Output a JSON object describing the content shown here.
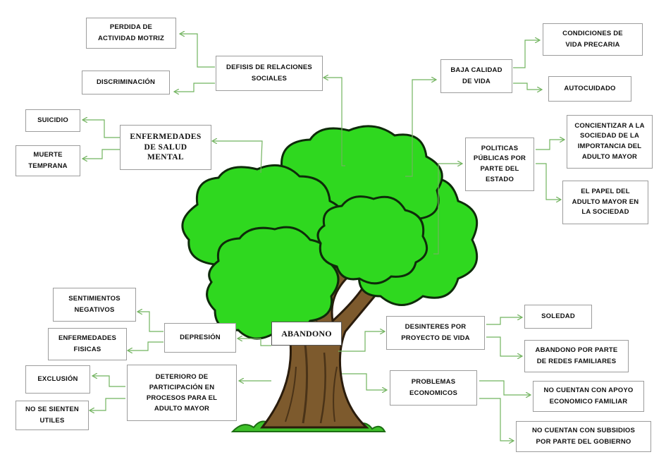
{
  "diagram": {
    "colors": {
      "foliage": "#2fd81f",
      "foliage_dark": "#1fb814",
      "trunk": "#7d5a2d",
      "trunk_dark": "#4a3318",
      "grass": "#3ec12a",
      "connector": "#72b35f"
    },
    "center": "ABANDONO",
    "nodes": {
      "perdida": "PERDIDA DE\nACTIVIDAD MOTRIZ",
      "discriminacion": "DISCRIMINACIÓN",
      "defisis": "DEFISIS DE RELACIONES\nSOCIALES",
      "suicidio": "SUICIDIO",
      "muerte": "MUERTE\nTEMPRANA",
      "enfermedades_mental": "ENFERMEDADES\nDE SALUD\nMENTAL",
      "baja_calidad": "BAJA CALIDAD\nDE VIDA",
      "condiciones": "CONDICIONES DE\nVIDA PRECARIA",
      "autocuidado": "AUTOCUIDADO",
      "politicas": "POLITICAS\nPÚBLICAS POR\nPARTE DEL\nESTADO",
      "concientizar": "CONCIENTIZAR A LA\nSOCIEDAD DE LA\nIMPORTANCIA DEL\nADULTO MAYOR",
      "papel": "EL PAPEL DEL\nADULTO MAYOR EN\nLA SOCIEDAD",
      "sentimientos": "SENTIMIENTOS\nNEGATIVOS",
      "enfermedades_fisicas": "ENFERMEDADES\nFISICAS",
      "depresion": "DEPRESIÓN",
      "exclusion": "EXCLUSIÓN",
      "no_utiles": "NO SE SIENTEN\nUTILES",
      "deterioro": "DETERIORO DE\nPARTICIPACIÓN EN\nPROCESOS PARA EL\nADULTO MAYOR",
      "desinteres": "DESINTERES POR\nPROYECTO DE VIDA",
      "soledad": "SOLEDAD",
      "abandono_familia": "ABANDONO POR PARTE\nDE REDES FAMILIARES",
      "problemas": "PROBLEMAS\nECONOMICOS",
      "no_apoyo": "NO CUENTAN CON APOYO\nECONOMICO FAMILIAR",
      "no_subsidios": "NO CUENTAN CON SUBSIDIOS\nPOR PARTE DEL GOBIERNO"
    }
  }
}
